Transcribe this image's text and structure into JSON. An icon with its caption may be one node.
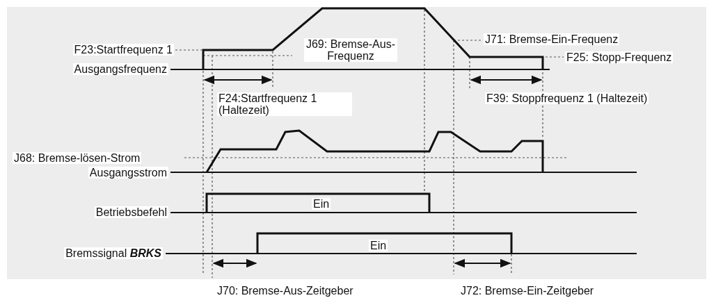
{
  "diagram": {
    "labels": [
      "F23:Startfrequenz 1",
      "J69: Bremse-Aus-Frequenz",
      "J71: Bremse-Ein-Frequenz",
      "Ausgangsfrequenz",
      "F25: Stopp-Frequenz",
      "F24:Startfrequenz 1 (Haltezeit)",
      "F39: Stoppfrequenz 1 (Haltezeit)",
      "J68: Bremse-lösen-Strom",
      "Ausgangsstrom",
      "Ein",
      "Betriebsbefehl",
      "Ein",
      "Bremssignal **BRKS**",
      "J70: Bremse-Aus-Zeitgeber",
      "J72: Bremse-Ein-Zeitgeber"
    ]
  }
}
